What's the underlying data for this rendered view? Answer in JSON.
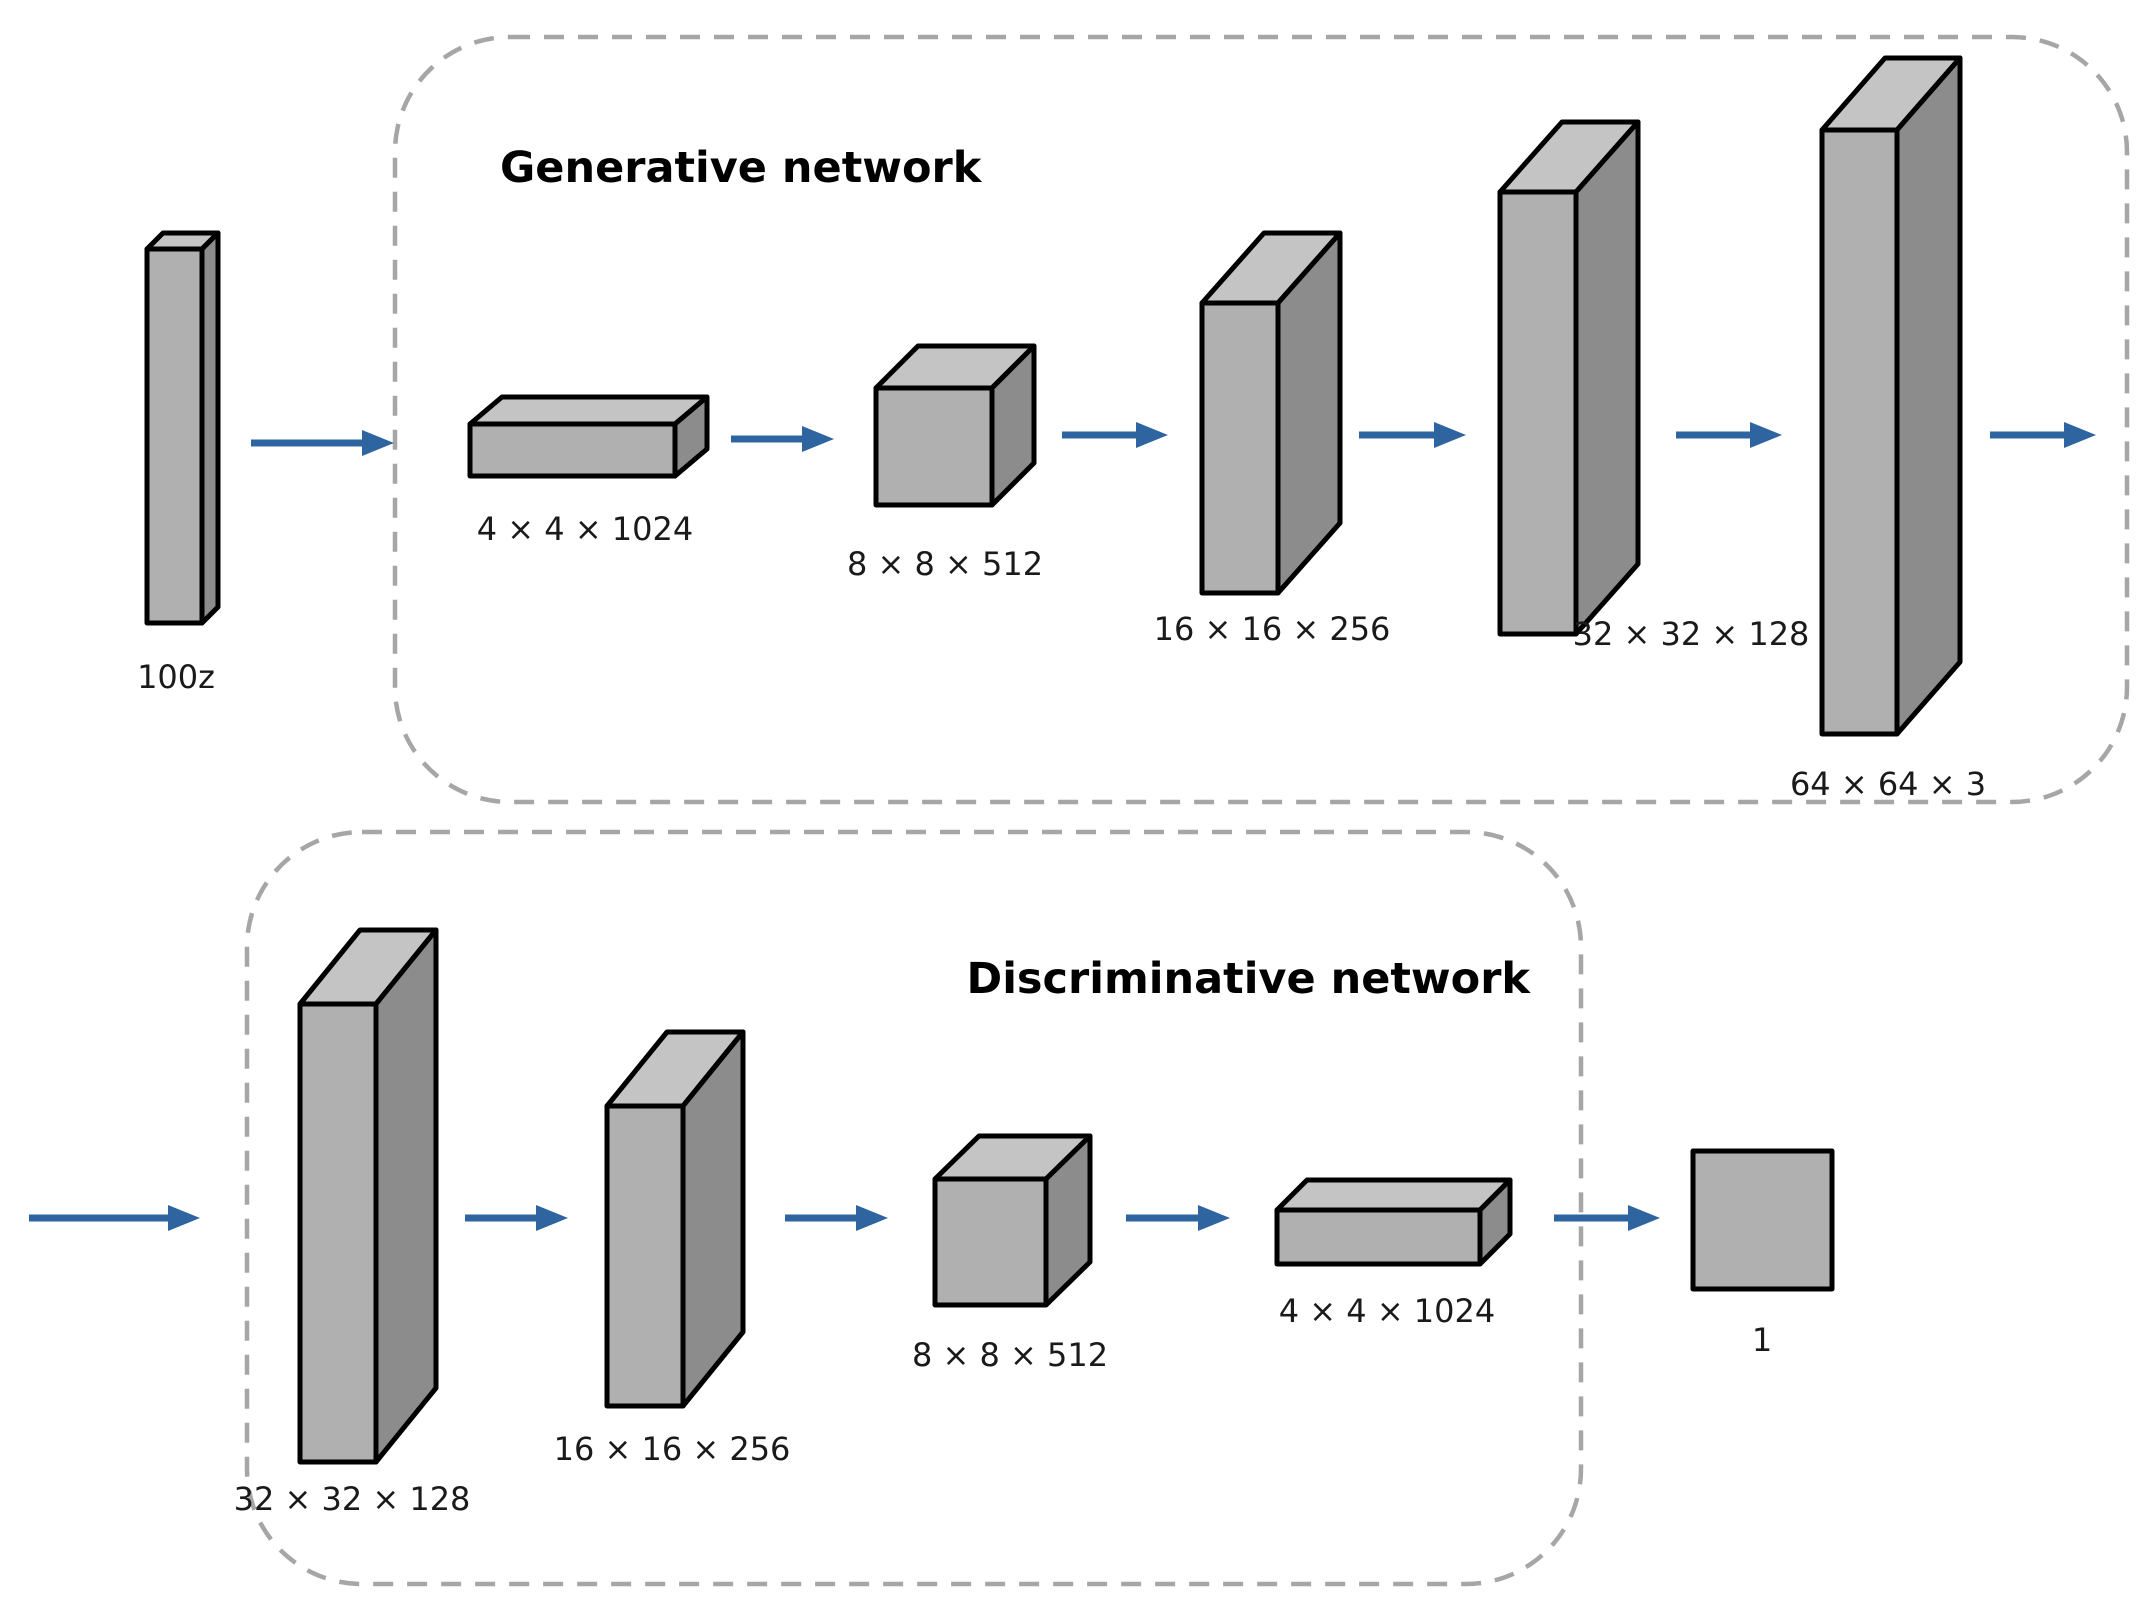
{
  "generator": {
    "title": "Generative network",
    "input_label": "100z",
    "layers": [
      {
        "label": "4 × 4 × 1024"
      },
      {
        "label": "8 × 8 × 512"
      },
      {
        "label": "16 × 16 × 256"
      },
      {
        "label": "32 × 32 × 128"
      },
      {
        "label": "64 × 64 × 3"
      }
    ]
  },
  "discriminator": {
    "title": "Discriminative network",
    "layers": [
      {
        "label": "32 × 32 × 128"
      },
      {
        "label": "16 × 16 × 256"
      },
      {
        "label": "8 × 8 × 512"
      },
      {
        "label": "4 × 4 × 1024"
      }
    ],
    "output_label": "1"
  },
  "colors": {
    "arrow": "#2e64a0",
    "box_front": "#b0b0b0",
    "box_top": "#c4c4c4",
    "box_side": "#8c8c8c",
    "dashed_border": "#a6a6a6"
  }
}
